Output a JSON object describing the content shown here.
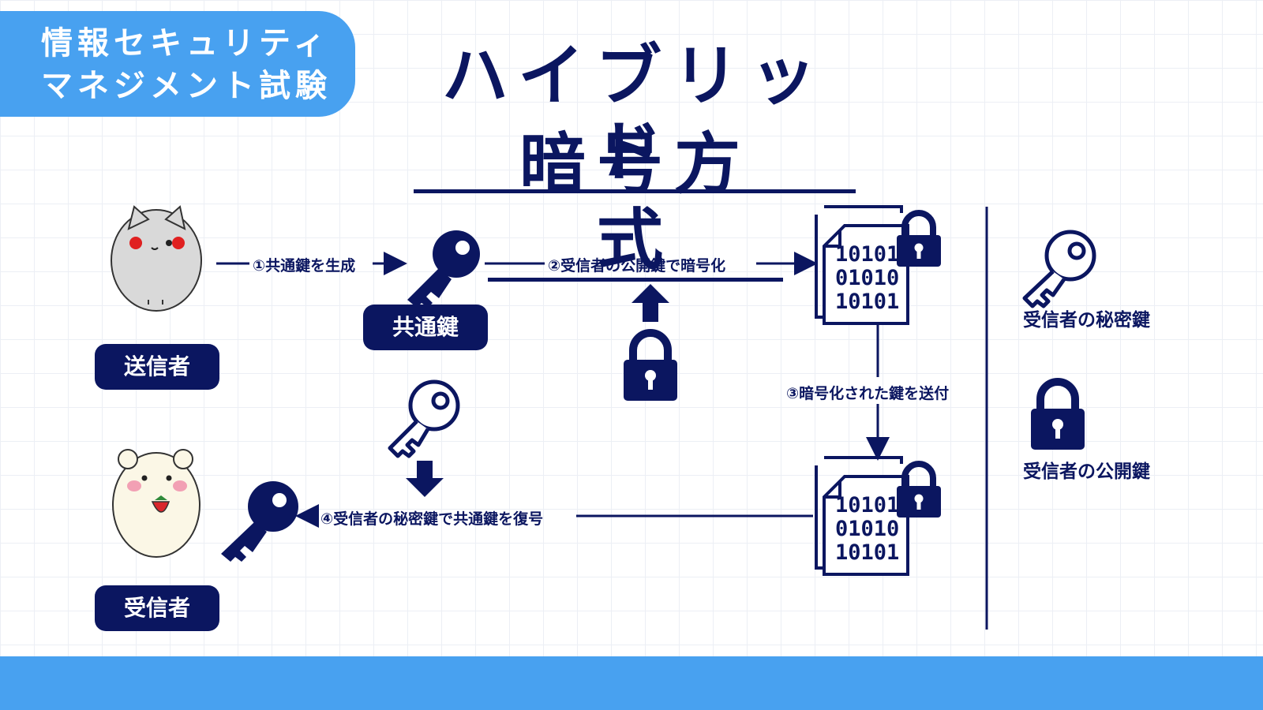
{
  "header": {
    "badge_line1": "情報セキュリティ",
    "badge_line2": "マネジメント試験",
    "title_line1": "ハイブリッド",
    "title_line2": "暗号方式"
  },
  "actors": {
    "sender": "送信者",
    "receiver": "受信者"
  },
  "keys": {
    "common_key": "共通鍵"
  },
  "steps": {
    "step1": "①共通鍵を生成",
    "step2": "②受信者の公開鍵で暗号化",
    "step3": "③暗号化された鍵を送付",
    "step4": "④受信者の秘密鍵で共通鍵を復号"
  },
  "legend": {
    "private_key": "受信者の秘密鍵",
    "public_key": "受信者の公開鍵"
  },
  "documents": {
    "binary_line1": "10101",
    "binary_line2": "01010",
    "binary_line3": "10101"
  },
  "colors": {
    "navy": "#0b1660",
    "accent_blue": "#48a1f0"
  },
  "icons": {
    "key": "key-icon",
    "lock": "padlock-icon",
    "document": "encrypted-document-icon",
    "arrow": "arrow-icon"
  }
}
